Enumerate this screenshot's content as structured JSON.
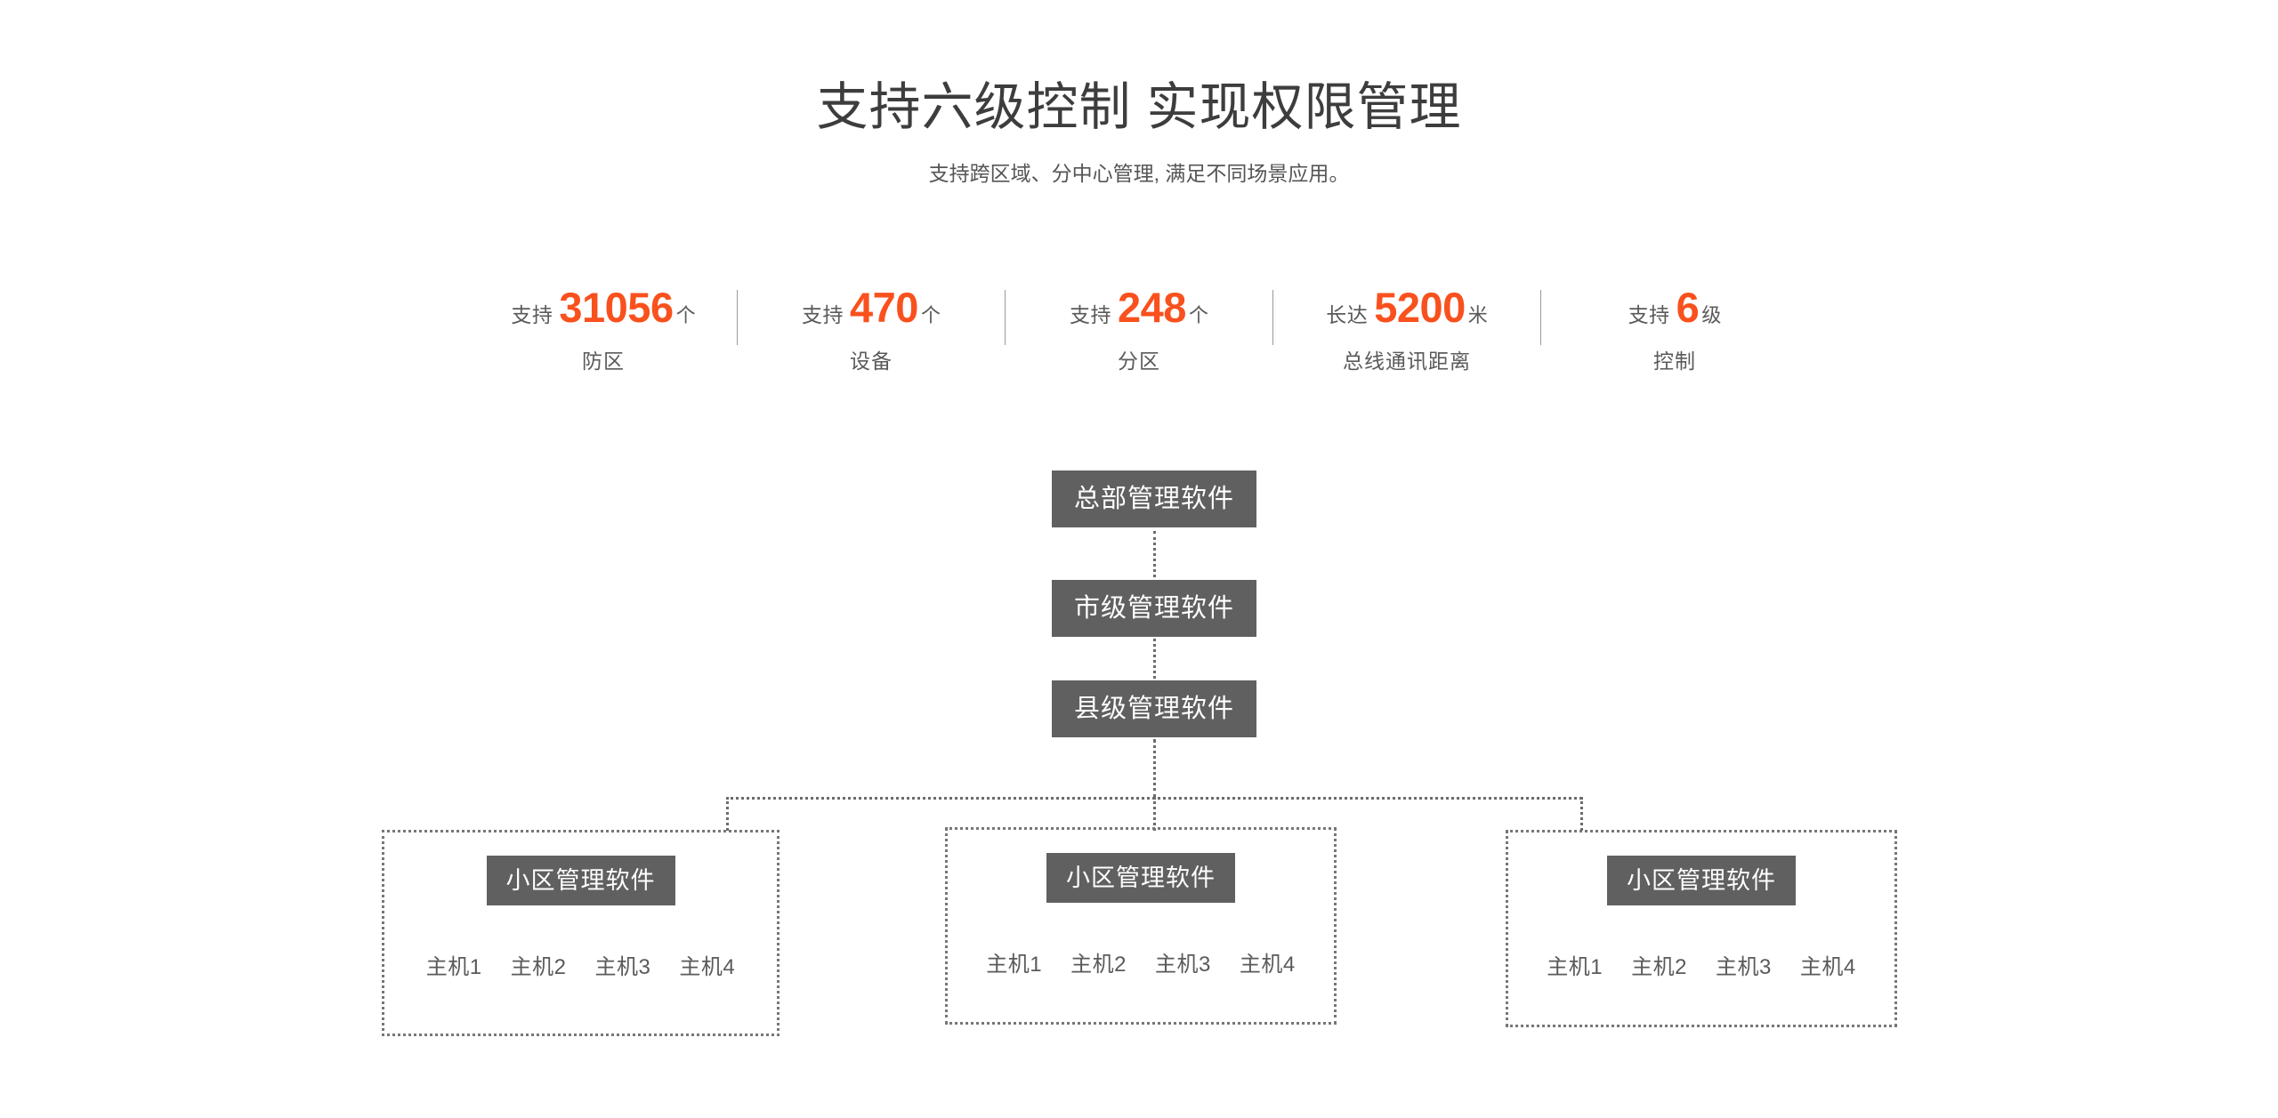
{
  "header": {
    "title": "支持六级控制 实现权限管理",
    "subtitle": "支持跨区域、分中心管理, 满足不同场景应用。"
  },
  "colors": {
    "accent_orange": "#f9511e",
    "node_gray": "#606060",
    "text_gray": "#5a5a5a",
    "title_gray": "#3d3d3d",
    "divider_gray": "#9a9a9a",
    "dotted_line": "#777777",
    "background": "#ffffff"
  },
  "stats": [
    {
      "prefix": "支持",
      "value": "31056",
      "unit": "个",
      "label": "防区"
    },
    {
      "prefix": "支持",
      "value": "470",
      "unit": "个",
      "label": "设备"
    },
    {
      "prefix": "支持",
      "value": "248",
      "unit": "个",
      "label": "分区"
    },
    {
      "prefix": "长达",
      "value": "5200",
      "unit": "米",
      "label": "总线通讯距离"
    },
    {
      "prefix": "支持",
      "value": "6",
      "unit": "级",
      "label": "控制"
    }
  ],
  "diagram": {
    "type": "hierarchy",
    "levels": [
      {
        "id": "hq",
        "label": "总部管理软件"
      },
      {
        "id": "city",
        "label": "市级管理软件"
      },
      {
        "id": "county",
        "label": "县级管理软件"
      }
    ],
    "groups": [
      {
        "id": "community-1",
        "title": "小区管理软件",
        "hosts": [
          "主机1",
          "主机2",
          "主机3",
          "主机4"
        ]
      },
      {
        "id": "community-2",
        "title": "小区管理软件",
        "hosts": [
          "主机1",
          "主机2",
          "主机3",
          "主机4"
        ]
      },
      {
        "id": "community-3",
        "title": "小区管理软件",
        "hosts": [
          "主机1",
          "主机2",
          "主机3",
          "主机4"
        ]
      }
    ]
  }
}
